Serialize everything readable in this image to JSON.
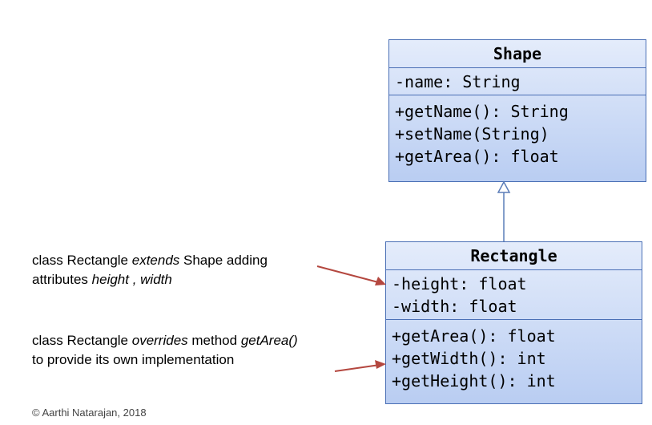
{
  "shape_class": {
    "name": "Shape",
    "attributes": [
      "-name: String"
    ],
    "methods": [
      "+getName(): String",
      "+setName(String)",
      "+getArea(): float"
    ]
  },
  "rectangle_class": {
    "name": "Rectangle",
    "attributes": [
      "-height: float",
      "-width: float"
    ],
    "methods": [
      "+getArea(): float",
      "+getWidth(): int",
      "+getHeight(): int"
    ]
  },
  "annotations": {
    "extends_note": {
      "prefix": "class Rectangle ",
      "keyword": "extends",
      "middle": " Shape adding attributes ",
      "attr1": "height",
      "sep": " , ",
      "attr2": "width"
    },
    "overrides_note": {
      "prefix": "class Rectangle ",
      "keyword": "overrides",
      "middle": " method ",
      "method": "getArea()",
      "suffix": " to provide its own implementation"
    }
  },
  "copyright": "© Aarthi Natarajan, 2018",
  "colors": {
    "class_border": "#4a6fb5",
    "class_fill_top": "#e4ecfb",
    "class_fill_bottom": "#b9cdf2",
    "annotation_arrow": "#b4473f",
    "inheritance_line": "#5b7db8"
  }
}
